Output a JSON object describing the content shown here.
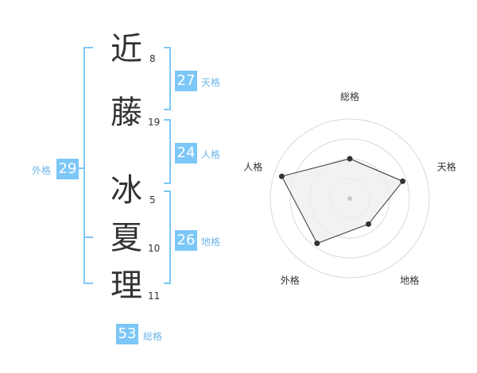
{
  "name": {
    "chars": [
      {
        "char": "近",
        "strokes": "8"
      },
      {
        "char": "藤",
        "strokes": "19"
      },
      {
        "char": "冰",
        "strokes": "5"
      },
      {
        "char": "夏",
        "strokes": "10"
      },
      {
        "char": "理",
        "strokes": "11"
      }
    ]
  },
  "kaku": {
    "tenkaku": {
      "value": "27",
      "label": "天格"
    },
    "jinkaku": {
      "value": "24",
      "label": "人格"
    },
    "chikaku": {
      "value": "26",
      "label": "地格"
    },
    "gaikaku": {
      "value": "29",
      "label": "外格"
    },
    "soukaku": {
      "value": "53",
      "label": "総格"
    }
  },
  "colors": {
    "bracket": "#7cc7f7",
    "badge": "#7cc7f7",
    "badge_label": "#6fb5e6",
    "radar_fill": "#eeeeee",
    "radar_line": "#333333",
    "ring": "#d9d9d9"
  },
  "chart_data": {
    "type": "radar",
    "axes": [
      "総格",
      "天格",
      "地格",
      "外格",
      "人格"
    ],
    "values": [
      0.5,
      0.7,
      0.4,
      0.7,
      0.9
    ],
    "rings": 4,
    "max": 1
  }
}
